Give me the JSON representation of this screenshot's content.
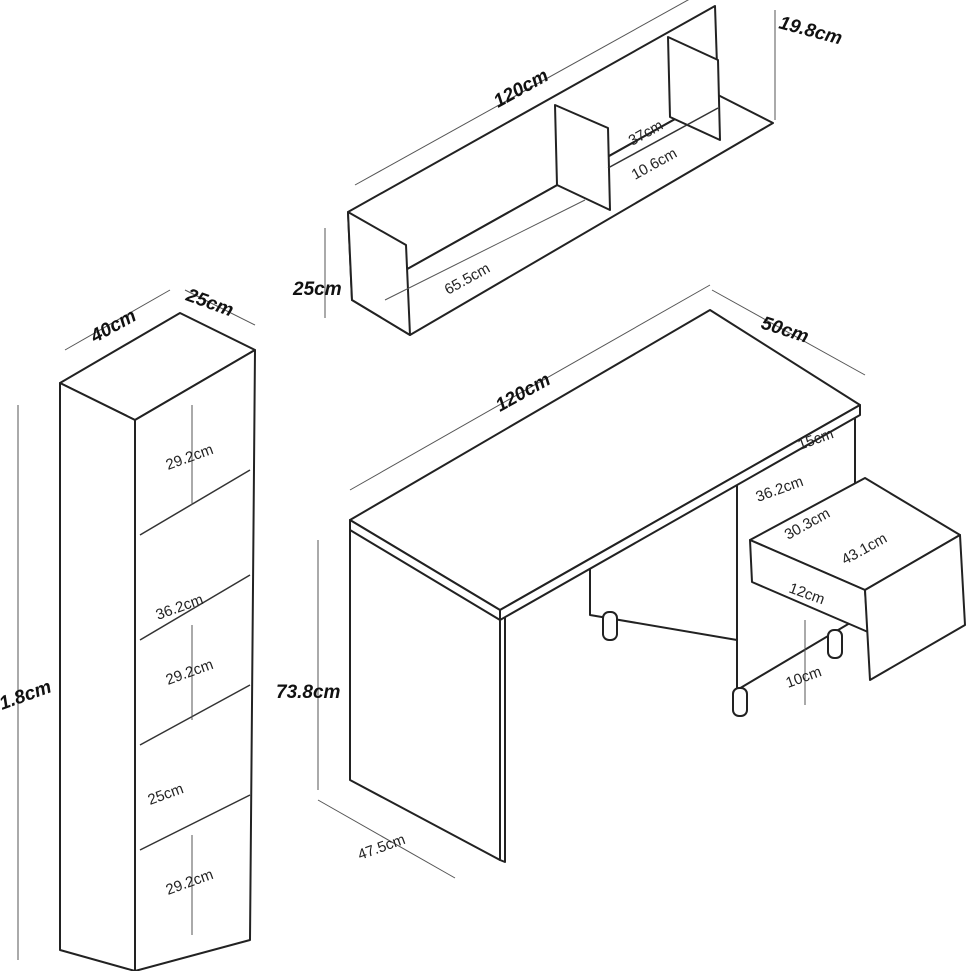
{
  "wall_shelf": {
    "width": "120cm",
    "depth": "19.8cm",
    "height": "25cm",
    "inner_width": "65.5cm",
    "compartment_width": "37cm",
    "compartment_height": "10.6cm"
  },
  "bookcase": {
    "width": "40cm",
    "depth": "25cm",
    "height": "1.8cm",
    "shelf_heights": [
      "29.2cm",
      "29.2cm",
      "25cm",
      "29.2cm"
    ],
    "inner_width": "36.2cm"
  },
  "desk": {
    "width": "120cm",
    "depth": "50cm",
    "height": "73.8cm",
    "leg_depth": "47.5cm",
    "top_opening": "15cm",
    "cabinet_inner_width": "36.2cm",
    "drawer_width": "30.3cm",
    "drawer_depth": "43.1cm",
    "drawer_height": "12cm",
    "floor_clearance": "10cm"
  }
}
